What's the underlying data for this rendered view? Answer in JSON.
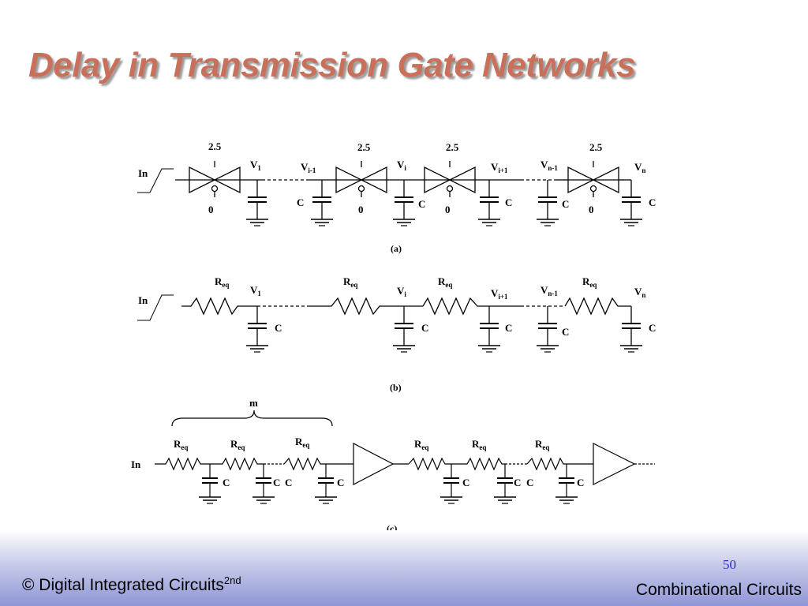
{
  "slide": {
    "title": "Delay in Transmission Gate Networks",
    "footer": {
      "copyright": "© Digital Integrated Circuits",
      "edition": "2nd",
      "page_number": "50",
      "section": "Combinational Circuits"
    }
  },
  "diagram_a": {
    "caption": "(a)",
    "input_label": "In",
    "gates": [
      {
        "top": "2.5",
        "bottom": "0"
      },
      {
        "top": "2.5",
        "bottom": "0"
      },
      {
        "top": "2.5",
        "bottom": "0"
      },
      {
        "top": "2.5",
        "bottom": "0"
      }
    ],
    "nodes": [
      {
        "base": "V",
        "sub": "1"
      },
      {
        "base": "V",
        "sub": "i-1"
      },
      {
        "base": "V",
        "sub": "i"
      },
      {
        "base": "V",
        "sub": "i+1"
      },
      {
        "base": "V",
        "sub": "n-1"
      },
      {
        "base": "V",
        "sub": "n"
      }
    ],
    "cap_label": "C"
  },
  "diagram_b": {
    "caption": "(b)",
    "input_label": "In",
    "resistor": {
      "base": "R",
      "sub": "eq"
    },
    "nodes": [
      {
        "base": "V",
        "sub": "1"
      },
      {
        "base": "V",
        "sub": "i"
      },
      {
        "base": "V",
        "sub": "i+1"
      },
      {
        "base": "V",
        "sub": "n-1"
      },
      {
        "base": "V",
        "sub": "n"
      }
    ],
    "cap_label": "C"
  },
  "diagram_c": {
    "caption": "(c)",
    "input_label": "In",
    "brace_label": "m",
    "resistor": {
      "base": "R",
      "sub": "eq"
    },
    "cap_label": "C"
  }
}
